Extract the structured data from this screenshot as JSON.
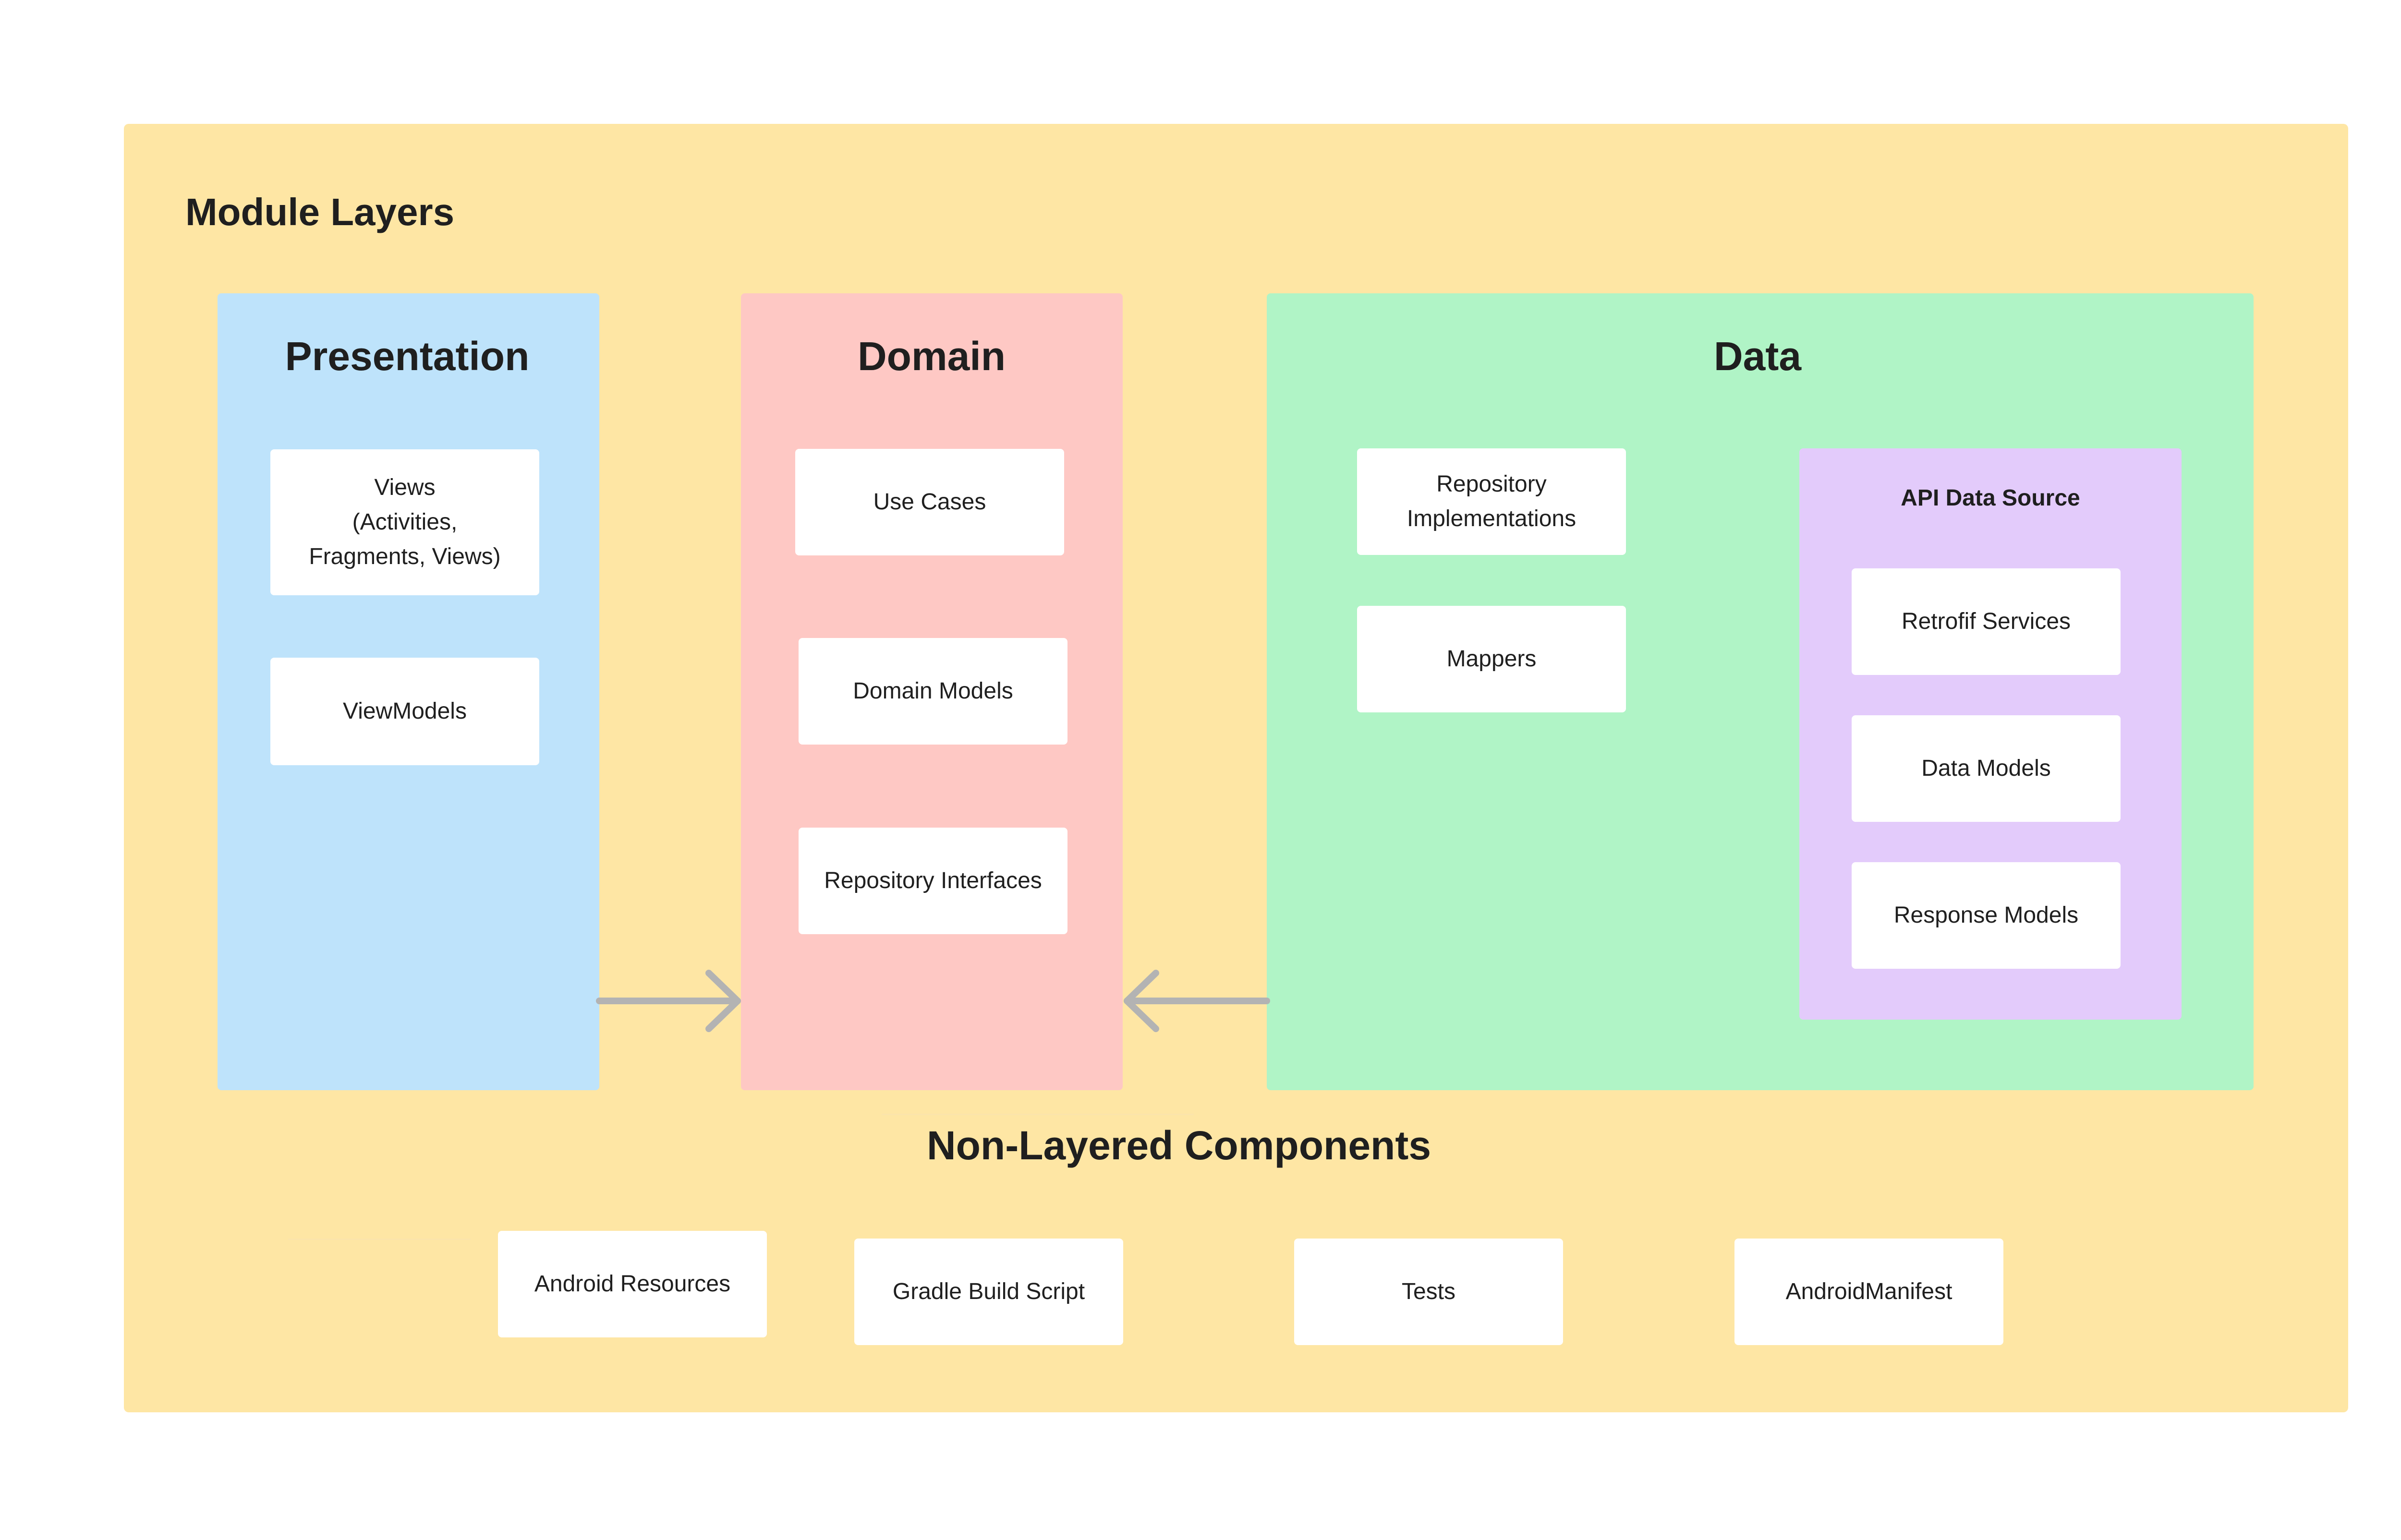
{
  "board": {
    "title": "Module Layers"
  },
  "layers": {
    "presentation": {
      "title": "Presentation",
      "items": [
        "Views\n(Activities,\nFragments, Views)",
        "ViewModels"
      ]
    },
    "domain": {
      "title": "Domain",
      "items": [
        "Use Cases",
        "Domain Models",
        "Repository Interfaces"
      ]
    },
    "data": {
      "title": "Data",
      "items": [
        "Repository\nImplementations",
        "Mappers"
      ],
      "api_source": {
        "title": "API Data Source",
        "items": [
          "Retrofif Services",
          "Data Models",
          "Response Models"
        ]
      }
    }
  },
  "non_layered": {
    "title": "Non-Layered Components",
    "items": [
      "Android Resources",
      "Gradle Build Script",
      "Tests",
      "AndroidManifest"
    ]
  },
  "colors": {
    "board_bg": "#fee6a4",
    "presentation_bg": "#bee3fb",
    "domain_bg": "#fec8c4",
    "data_bg": "#b0f4c6",
    "api_source_bg": "#e3cbfb",
    "card_bg": "#ffffff",
    "arrow": "#b3b3b3"
  }
}
